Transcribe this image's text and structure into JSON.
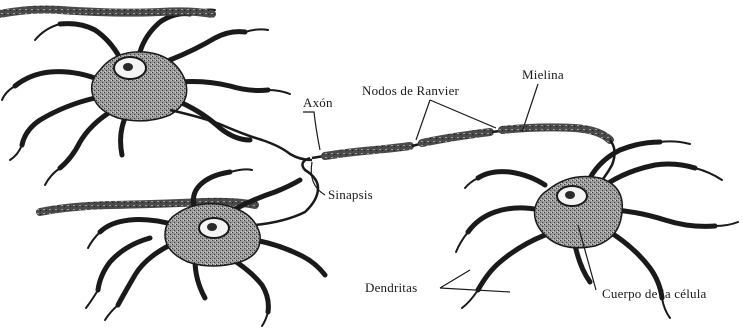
{
  "figure": {
    "labels": {
      "axon": "Axón",
      "nodes_of_ranvier": "Nodos de Ranvier",
      "myelin": "Mielina",
      "synapse": "Sinapsis",
      "dendrites": "Dendritas",
      "cell_body": "Cuerpo de la célula"
    }
  },
  "colors": {
    "ink": "#1a1a1a",
    "cell_fill": "#8f8f8f",
    "nucleus_fill": "#f4f4f4"
  }
}
